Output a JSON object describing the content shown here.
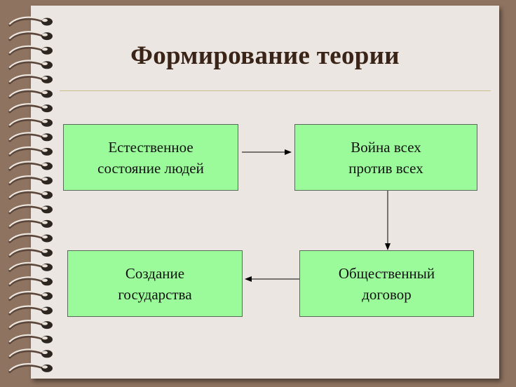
{
  "title": "Формирование теории",
  "nodes": [
    {
      "id": "natural-state",
      "label": "Естественное\nсостояние людей"
    },
    {
      "id": "war-of-all",
      "label": "Война всех\nпротив всех"
    },
    {
      "id": "social-contract",
      "label": "Общественный\nдоговор"
    },
    {
      "id": "state-creation",
      "label": "Создание\nгосударства"
    }
  ],
  "edges": [
    {
      "from": "natural-state",
      "to": "war-of-all"
    },
    {
      "from": "war-of-all",
      "to": "social-contract"
    },
    {
      "from": "social-contract",
      "to": "state-creation"
    }
  ],
  "colors": {
    "node_fill": "#9bfb9b",
    "title": "#3a2418",
    "background": "#8e7360",
    "paper": "#ece6e2"
  }
}
